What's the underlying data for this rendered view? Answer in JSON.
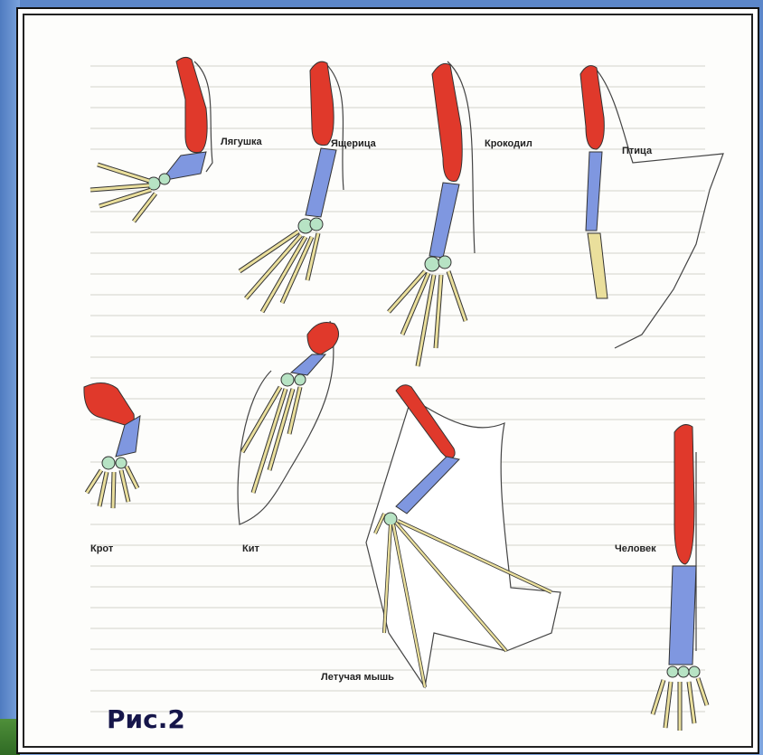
{
  "figure": {
    "caption": "Рис.2",
    "labels": {
      "frog": "Лягушка",
      "lizard": "Ящерица",
      "crocodile": "Крокодил",
      "bird": "Птица",
      "mole": "Крот",
      "whale": "Кит",
      "bat": "Летучая мышь",
      "human": "Человек"
    }
  },
  "colors": {
    "humerus": "#e0392b",
    "radius_ulna": "#7f97e0",
    "carpals": "#b7e3c4",
    "phalanges": "#eadf9c",
    "outline": "#333333",
    "caption": "#16164a"
  }
}
